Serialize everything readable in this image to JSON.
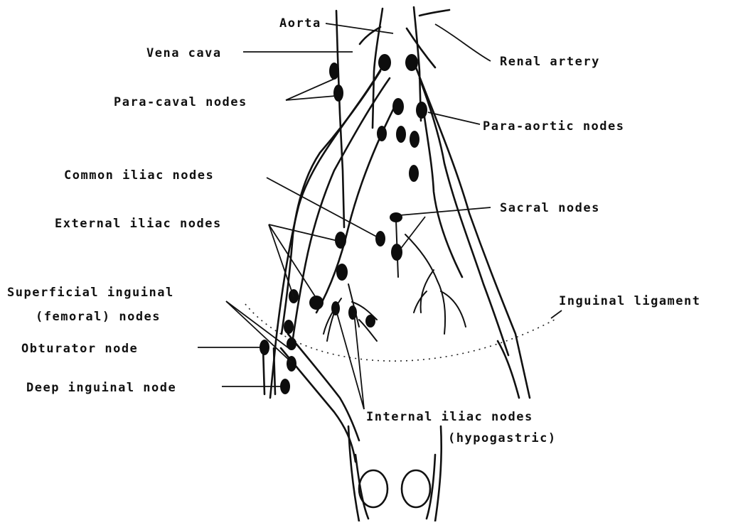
{
  "diagram": {
    "labels": {
      "aorta": "Aorta",
      "vena_cava": "Vena cava",
      "renal_artery": "Renal artery",
      "para_caval_nodes": "Para-caval nodes",
      "para_aortic_nodes": "Para-aortic nodes",
      "common_iliac_nodes": "Common iliac nodes",
      "sacral_nodes": "Sacral nodes",
      "external_iliac_nodes": "External iliac nodes",
      "superficial_inguinal_line1": "Superficial inguinal",
      "superficial_inguinal_line2": "(femoral) nodes",
      "inguinal_ligament": "Inguinal ligament",
      "obturator_node": "Obturator node",
      "deep_inguinal_node": "Deep inguinal node",
      "internal_iliac_nodes_line1": "Internal iliac nodes",
      "internal_iliac_nodes_line2": "(hypogastric)"
    },
    "colors": {
      "ink": "#111111",
      "background": "#ffffff"
    }
  }
}
